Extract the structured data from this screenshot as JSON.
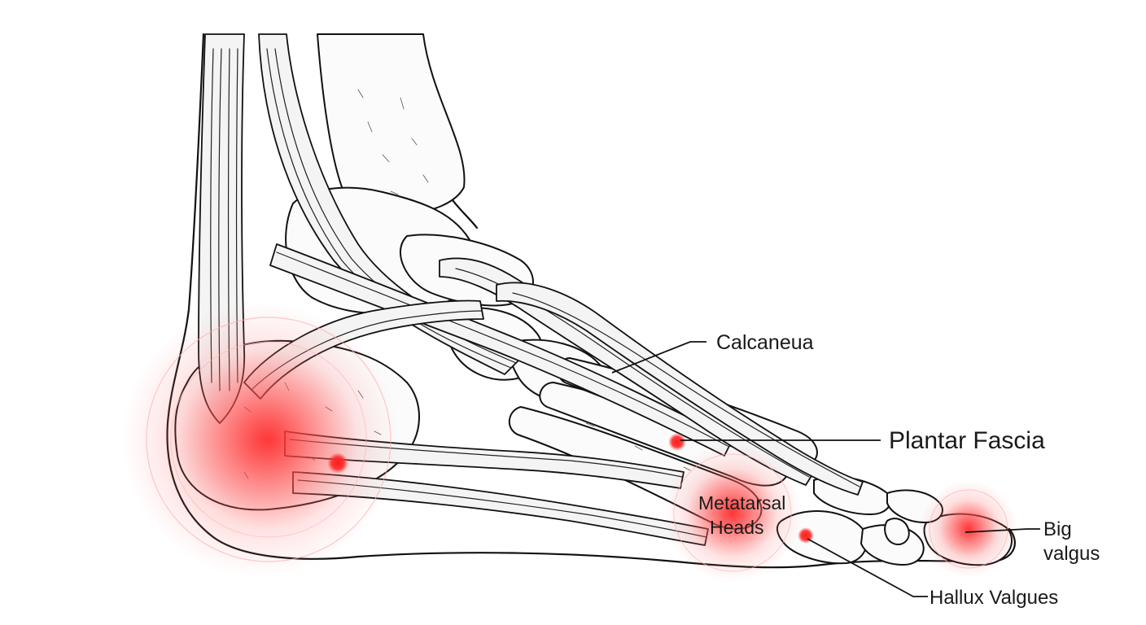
{
  "labels": {
    "calcaneua": "Calcaneua",
    "plantar_fascia": "Plantar Fascia",
    "metatarsal_heads_line1": "Metatarsal",
    "metatarsal_heads_line2": "Heads",
    "big_valgus_line1": "Big",
    "big_valgus_line2": "valgus",
    "hallux_valgues": "Hallux Valgues"
  },
  "colors": {
    "pain": "#ff2a2a",
    "ink": "#111111",
    "background": "#ffffff"
  }
}
